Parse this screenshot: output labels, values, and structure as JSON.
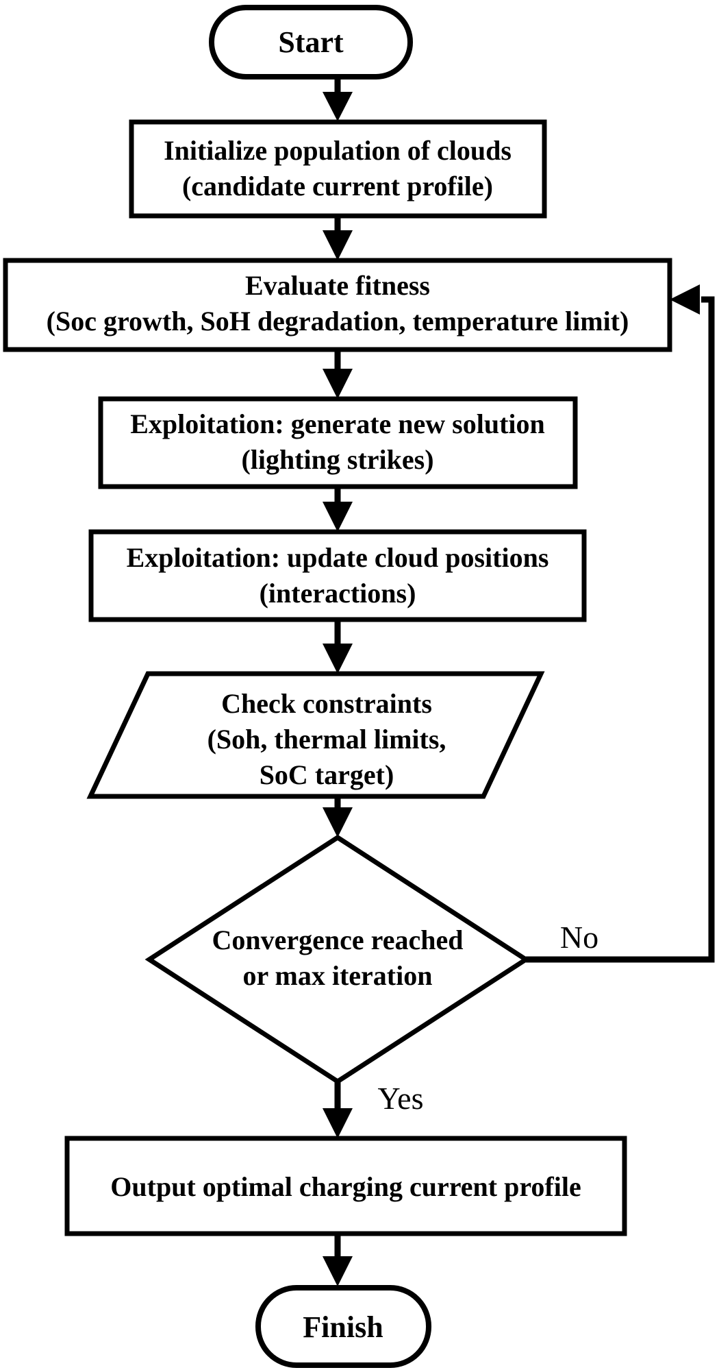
{
  "diagram": {
    "type": "flowchart",
    "background_color": "#ffffff",
    "stroke_color": "#000000",
    "text_color": "#000000",
    "nodes": {
      "start": {
        "type": "terminator",
        "label": "Start"
      },
      "initialize": {
        "type": "process",
        "lines": [
          "Initialize population of clouds",
          "(candidate current profile)"
        ]
      },
      "evaluate": {
        "type": "process",
        "lines": [
          "Evaluate fitness",
          "(Soc growth, SoH degradation, temperature limit)"
        ]
      },
      "exploitation_generate": {
        "type": "process",
        "lines": [
          "Exploitation: generate new solution",
          "(lighting strikes)"
        ]
      },
      "exploitation_update": {
        "type": "process",
        "lines": [
          "Exploitation: update cloud positions",
          "(interactions)"
        ]
      },
      "check_constraints": {
        "type": "input-output",
        "lines": [
          "Check constraints",
          "(Soh, thermal limits,",
          "SoC target)"
        ]
      },
      "convergence": {
        "type": "decision",
        "lines": [
          "Convergence reached",
          "or max iteration"
        ]
      },
      "output": {
        "type": "process",
        "lines": [
          "Output optimal charging current profile"
        ]
      },
      "finish": {
        "type": "terminator",
        "label": "Finish"
      }
    },
    "edge_labels": {
      "no": "No",
      "yes": "Yes"
    }
  }
}
